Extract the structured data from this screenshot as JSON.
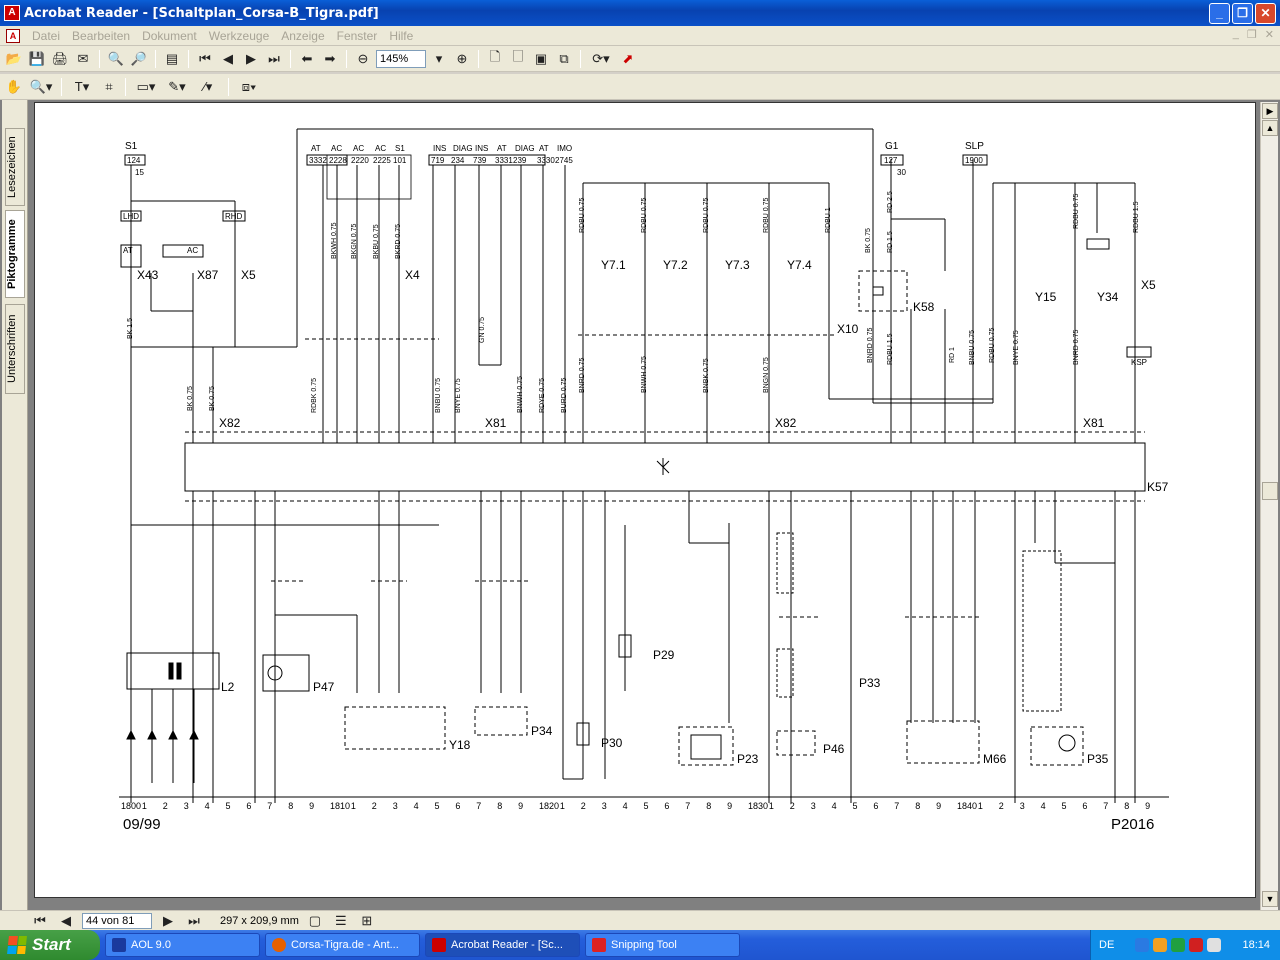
{
  "window": {
    "title": "Acrobat Reader - [Schaltplan_Corsa-B_Tigra.pdf]"
  },
  "menu": [
    "Datei",
    "Bearbeiten",
    "Dokument",
    "Werkzeuge",
    "Anzeige",
    "Fenster",
    "Hilfe"
  ],
  "toolbar": {
    "zoom": "145%"
  },
  "side_tabs": {
    "bookmarks": "Lesezeichen",
    "thumbnails": "Piktogramme",
    "signatures": "Unterschriften"
  },
  "status": {
    "page": "44 von 81",
    "size": "297 x 209,9 mm"
  },
  "taskbar": {
    "start": "Start",
    "tasks": [
      "AOL 9.0",
      "Corsa-Tigra.de - Ant...",
      "Acrobat Reader - [Sc...",
      "Snipping Tool"
    ],
    "lang": "DE",
    "clock": "18:14"
  },
  "diagram": {
    "date": "09/99",
    "code": "P2016",
    "s1_label": "S1",
    "s1_num": "124",
    "s1_pin": "15",
    "g1_label": "G1",
    "g1_num": "127",
    "g1_pin": "30",
    "slp_label": "SLP",
    "slp_num": "1900",
    "top_connector_titles": [
      "AT",
      "AC",
      "AC",
      "AC",
      "S1",
      "INS",
      "DIAG",
      "INS",
      "AT",
      "DIAG",
      "AT",
      "IMO"
    ],
    "top_connector_nums": [
      "3332",
      "2228",
      "2220",
      "2225",
      "101",
      "719",
      "234",
      "739",
      "3331",
      "239",
      "3330",
      "2745"
    ],
    "lhd": "LHD",
    "rhd": "RHD",
    "at": "AT",
    "ac": "AC",
    "component_labels": [
      "X43",
      "X87",
      "X5",
      "X4",
      "Y7.1",
      "Y7.2",
      "Y7.3",
      "Y7.4",
      "X10",
      "K58",
      "Y15",
      "Y34",
      "X5",
      "X82",
      "X81",
      "X82",
      "X81",
      "K57",
      "L2",
      "P47",
      "Y18",
      "P34",
      "P30",
      "P29",
      "P23",
      "P46",
      "P33",
      "M66",
      "P35"
    ],
    "ksp": "KSP",
    "wire_labels_top": [
      "BK 1.5",
      "BK 0.75",
      "BK 0.75",
      "RDBK 0.75",
      "BKWH 0.75",
      "BKGN 0.75",
      "BKBU 0.75",
      "BKRD 0.75",
      "BNBU 0.75",
      "BNYE 0.75",
      "GN 0.75",
      "BNWH 0.75",
      "RDYE 0.75",
      "BURD 0.75",
      "RDBU 0.75",
      "BNRD 0.75",
      "RDBU 0.75",
      "BNWH 0.75",
      "RDBU 0.75",
      "BNBK 0.75",
      "RDBU 0.75",
      "BNGN 0.75",
      "RDBU 1",
      "BK 0.75",
      "RD 2.5",
      "RD 1.5",
      "BNRD 0.75",
      "RDBU 1.5",
      "RD 1",
      "BNBU 0.75",
      "RDBU 0.75",
      "BNYE 0.75",
      "BNRD 0.75",
      "RDBU 0.75",
      "RDBU 1.5"
    ],
    "ruler": [
      "1800",
      "1",
      "2",
      "3",
      "4",
      "5",
      "6",
      "7",
      "8",
      "9",
      "1810",
      "1",
      "2",
      "3",
      "4",
      "5",
      "6",
      "7",
      "8",
      "9",
      "1820",
      "1",
      "2",
      "3",
      "4",
      "5",
      "6",
      "7",
      "8",
      "9",
      "1830",
      "1",
      "2",
      "3",
      "4",
      "5",
      "6",
      "7",
      "8",
      "9",
      "1840",
      "1",
      "2",
      "3",
      "4",
      "5",
      "6",
      "7",
      "8",
      "9"
    ]
  }
}
